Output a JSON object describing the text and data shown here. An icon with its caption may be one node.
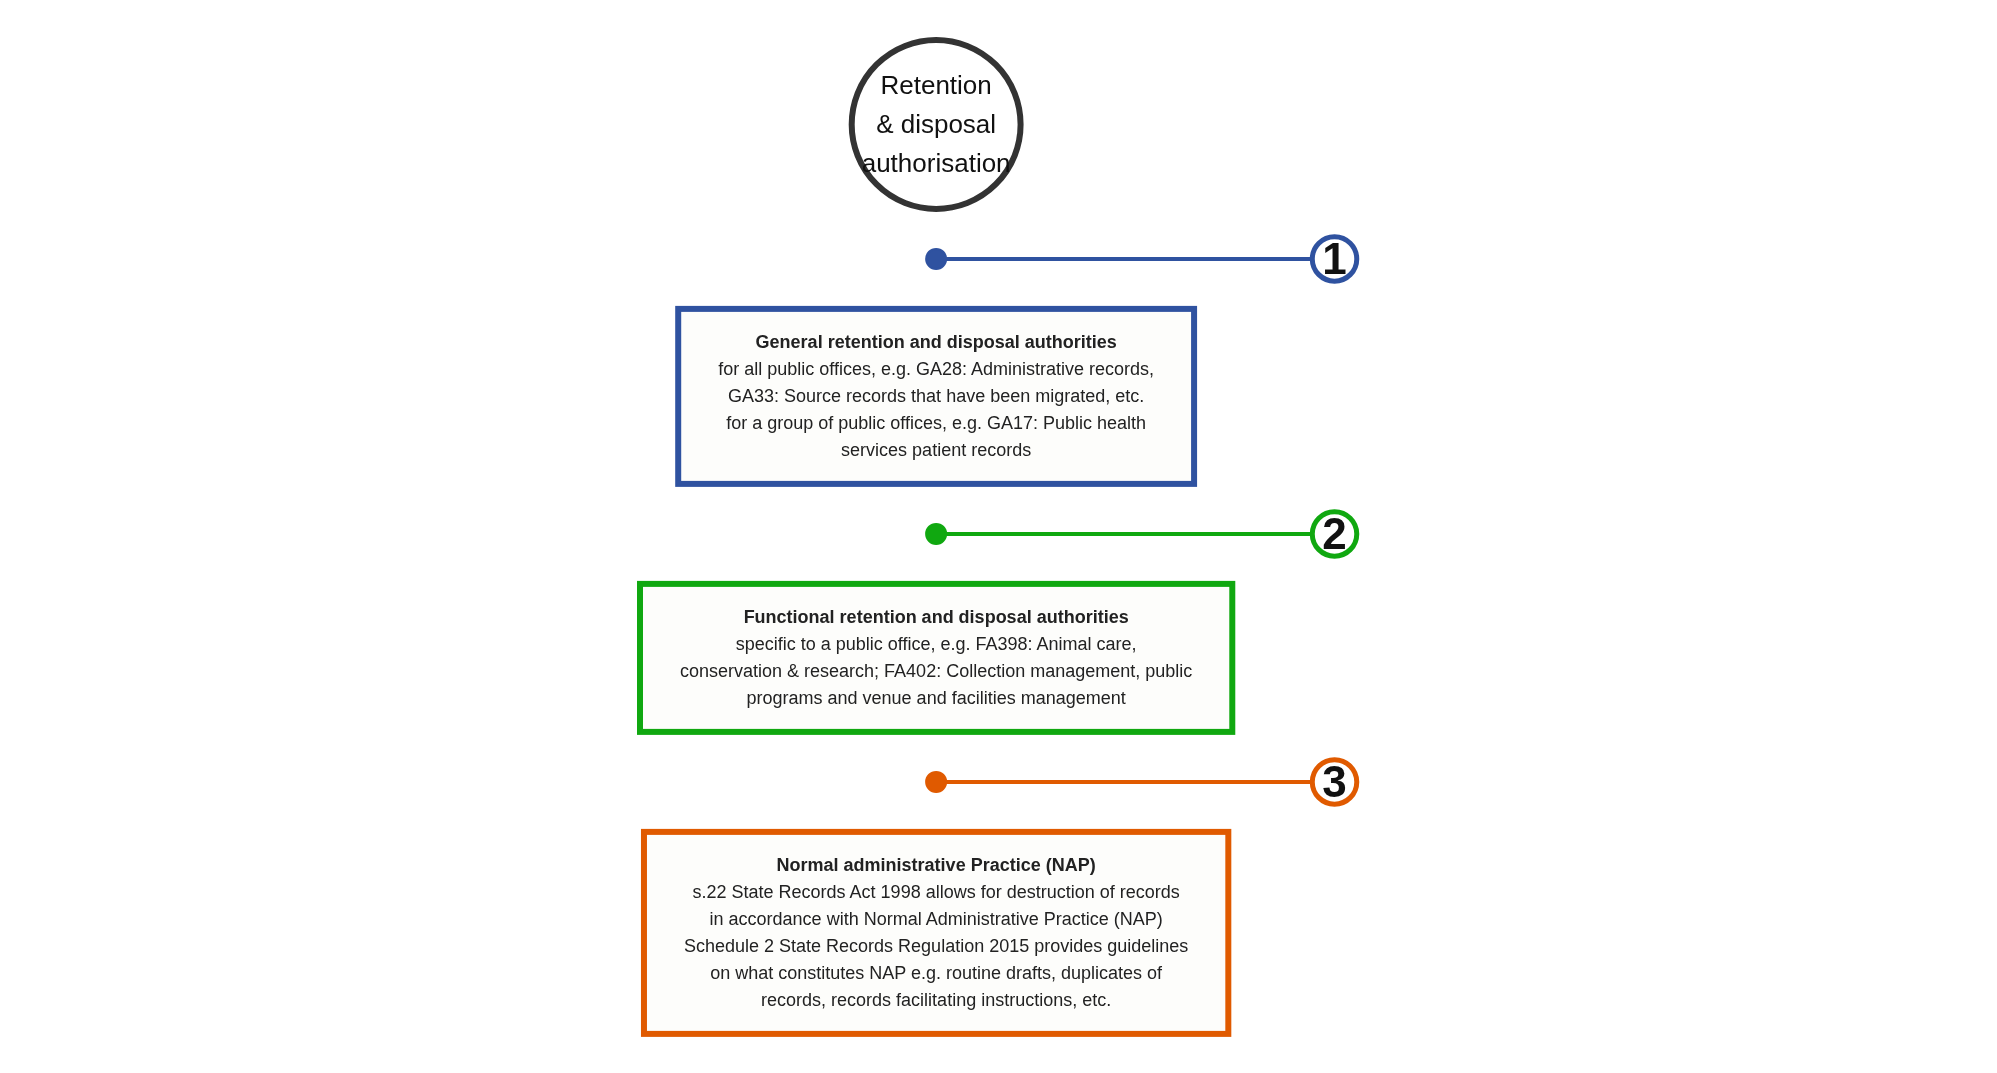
{
  "diagram": {
    "nodes": [
      {
        "text": [
          "Retention & disposal authorisation"
        ]
      },
      {
        "text": [],
        "shape": "circle"
      },
      {
        "text": [
          "1"
        ]
      },
      {
        "text": [
          "General retention and disposal authorities",
          "for all public offices, e.g. GA28: Administrative records, GA33: Source records that have been migrated, etc.",
          "for a group of public offices, e.g. GA17: Public health services patient records"
        ]
      },
      {
        "text": [],
        "shape": "circle"
      },
      {
        "text": [
          "2"
        ]
      },
      {
        "text": [
          "Functional retention and disposal authorities",
          "specific to a public office, e.g. FA398: Animal care, conservation & research; FA402: Collection management, public programs and venue and facilities management"
        ]
      },
      {
        "text": [],
        "shape": "circle"
      },
      {
        "text": [
          "3"
        ]
      },
      {
        "text": [
          "Normal administrative Practice (NAP)",
          "s.22 State Records Act 1998 allows for destruction of records in accordance with Normal Administrative Practice (NAP)",
          "Schedule 2 State Records Regulation 2015 provides guidelines on what constitutes NAP e.g. routine drafts, duplicates of records, records facilitating instructions, etc."
        ]
      }
    ],
    "edges": [
      {
        "from": 1,
        "to": 2,
        "arrow": "none",
        "color": "#2f52a0"
      },
      {
        "from": 4,
        "to": 5,
        "arrow": "none",
        "color": "#10a810"
      },
      {
        "from": 7,
        "to": 8,
        "arrow": "none",
        "color": "#e05a00"
      }
    ]
  }
}
